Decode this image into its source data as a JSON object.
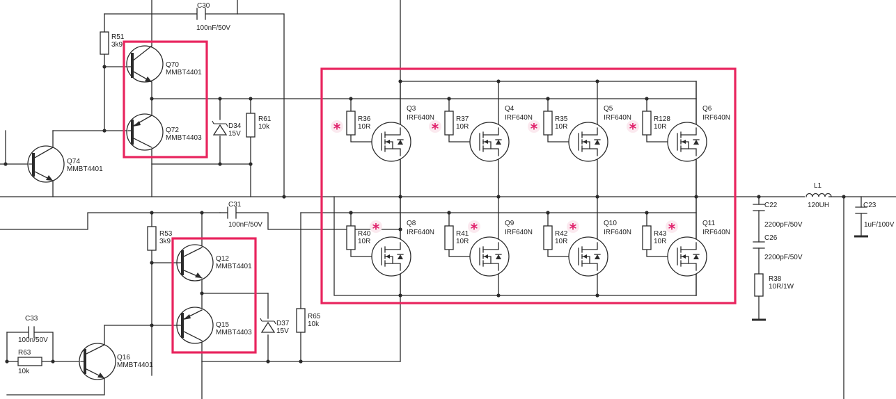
{
  "accent_color": "#e8245e",
  "star_color": "#e0206b",
  "star_glyph": "*",
  "labels": {
    "C30": [
      "C30",
      "100nF/50V"
    ],
    "R51": [
      "R51",
      "3k9"
    ],
    "Q70": [
      "Q70",
      "MMBT4401"
    ],
    "Q72": [
      "Q72",
      "MMBT4403"
    ],
    "D34": [
      "D34",
      "15V"
    ],
    "R61": [
      "R61",
      "10k"
    ],
    "Q74": [
      "Q74",
      "MMBT4401"
    ],
    "C31": [
      "C31",
      "100nF/50V"
    ],
    "R53": [
      "R53",
      "3k9"
    ],
    "Q12": [
      "Q12",
      "MMBT4401"
    ],
    "Q15": [
      "Q15",
      "MMBT4403"
    ],
    "D37": [
      "D37",
      "15V"
    ],
    "R65": [
      "R65",
      "10k"
    ],
    "C33": [
      "C33",
      "100n/50V"
    ],
    "R63": [
      "R63",
      "10k"
    ],
    "Q16": [
      "Q16",
      "MMBT4401"
    ],
    "L1": [
      "L1",
      "120UH"
    ],
    "C22": [
      "C22",
      "2200pF/50V"
    ],
    "C26": [
      "C26",
      "2200pF/50V"
    ],
    "R38": [
      "R38",
      "10R/1W"
    ],
    "C23": [
      "C23",
      "1uF/100V"
    ]
  },
  "mosfets_top": [
    {
      "ref": "Q3",
      "part": "IRF640N",
      "r_ref": "R36",
      "r_val": "10R",
      "starred": true
    },
    {
      "ref": "Q4",
      "part": "IRF640N",
      "r_ref": "R37",
      "r_val": "10R",
      "starred": true
    },
    {
      "ref": "Q5",
      "part": "IRF640N",
      "r_ref": "R35",
      "r_val": "10R",
      "starred": true
    },
    {
      "ref": "Q6",
      "part": "IRF640N",
      "r_ref": "R128",
      "r_val": "10R",
      "starred": true
    }
  ],
  "mosfets_bottom": [
    {
      "ref": "Q8",
      "part": "IRF640N",
      "r_ref": "R40",
      "r_val": "10R",
      "starred": true
    },
    {
      "ref": "Q9",
      "part": "IRF640N",
      "r_ref": "R41",
      "r_val": "10R",
      "starred": true
    },
    {
      "ref": "Q10",
      "part": "IRF640N",
      "r_ref": "R42",
      "r_val": "10R",
      "starred": true
    },
    {
      "ref": "Q11",
      "part": "IRF640N",
      "r_ref": "R43",
      "r_val": "10R",
      "starred": true
    }
  ]
}
